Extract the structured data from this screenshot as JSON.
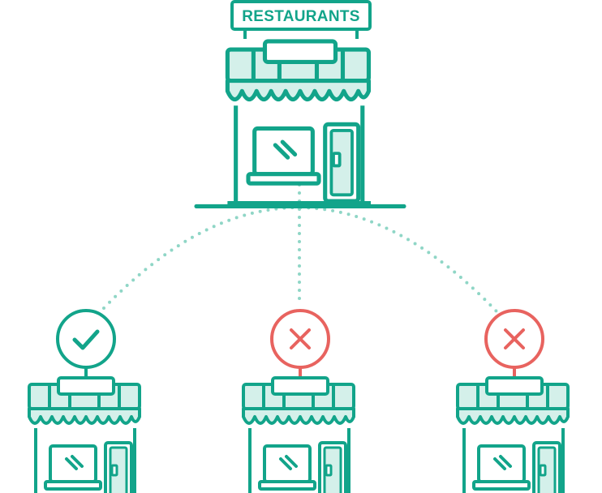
{
  "main_store": {
    "sign_label": "RESTAURANTS"
  },
  "branches": [
    {
      "status": "approved",
      "badge_icon": "check-icon"
    },
    {
      "status": "rejected",
      "badge_icon": "cross-icon"
    },
    {
      "status": "rejected",
      "badge_icon": "cross-icon"
    }
  ],
  "colors": {
    "primary": "#12a48a",
    "fill": "#d4f0ea",
    "connector": "#8fd6c6",
    "rejected": "#e8635f",
    "background": "#ffffff"
  }
}
